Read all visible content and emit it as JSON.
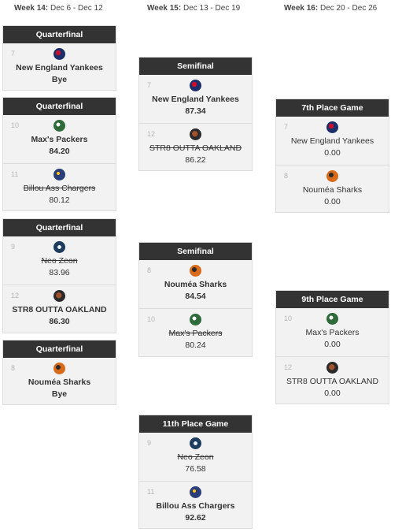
{
  "weeks": [
    {
      "label": "Week 14:",
      "dates": "Dec 6 - Dec 12"
    },
    {
      "label": "Week 15:",
      "dates": "Dec 13 - Dec 19"
    },
    {
      "label": "Week 16:",
      "dates": "Dec 20 - Dec 26"
    }
  ],
  "matchups": [
    {
      "title": "Quarterfinal",
      "teams": [
        {
          "seed": "7",
          "name": "New England Yankees",
          "logo": "patriots-helmet-icon",
          "score": "Bye"
        }
      ]
    },
    {
      "title": "Quarterfinal",
      "teams": [
        {
          "seed": "10",
          "name": "Max's Packers",
          "logo": "packers-helmet-icon",
          "score": "84.20"
        },
        {
          "seed": "11",
          "name": "Billou Ass Chargers",
          "logo": "chargers-helmet-icon",
          "score": "80.12"
        }
      ]
    },
    {
      "title": "Quarterfinal",
      "teams": [
        {
          "seed": "9",
          "name": "Neo Zeon",
          "logo": "zeon-shield-icon",
          "score": "83.96"
        },
        {
          "seed": "12",
          "name": "STR8 OUTTA OAKLAND",
          "logo": "raiders-helmet-icon",
          "score": "86.30"
        }
      ]
    },
    {
      "title": "Quarterfinal",
      "teams": [
        {
          "seed": "8",
          "name": "Nouméa Sharks",
          "logo": "sharks-helmet-icon",
          "score": "Bye"
        }
      ]
    },
    {
      "title": "Semifinal",
      "teams": [
        {
          "seed": "7",
          "name": "New England Yankees",
          "logo": "patriots-helmet-icon",
          "score": "87.34"
        },
        {
          "seed": "12",
          "name": "STR8 OUTTA OAKLAND",
          "logo": "raiders-helmet-icon",
          "score": "86.22"
        }
      ]
    },
    {
      "title": "Semifinal",
      "teams": [
        {
          "seed": "8",
          "name": "Nouméa Sharks",
          "logo": "sharks-helmet-icon",
          "score": "84.54"
        },
        {
          "seed": "10",
          "name": "Max's Packers",
          "logo": "packers-helmet-icon",
          "score": "80.24"
        }
      ]
    },
    {
      "title": "11th Place Game",
      "teams": [
        {
          "seed": "9",
          "name": "Neo Zeon",
          "logo": "zeon-shield-icon",
          "score": "76.58"
        },
        {
          "seed": "11",
          "name": "Billou Ass Chargers",
          "logo": "chargers-helmet-icon",
          "score": "92.62"
        }
      ]
    },
    {
      "title": "7th Place Game",
      "teams": [
        {
          "seed": "7",
          "name": "New England Yankees",
          "logo": "patriots-helmet-icon",
          "score": "0.00"
        },
        {
          "seed": "8",
          "name": "Nouméa Sharks",
          "logo": "sharks-helmet-icon",
          "score": "0.00"
        }
      ]
    },
    {
      "title": "9th Place Game",
      "teams": [
        {
          "seed": "10",
          "name": "Max's Packers",
          "logo": "packers-helmet-icon",
          "score": "0.00"
        },
        {
          "seed": "12",
          "name": "STR8 OUTTA OAKLAND",
          "logo": "raiders-helmet-icon",
          "score": "0.00"
        }
      ]
    }
  ],
  "colors": {
    "header_bg": "#333333",
    "card_bg": "#f2f2f2",
    "patriots": "#1b2f6b",
    "packers": "#2f6b3a",
    "chargers": "#2a3f7a",
    "zeon": "#1d3b5c",
    "raiders": "#2a2a2a",
    "sharks": "#d96a1a"
  }
}
